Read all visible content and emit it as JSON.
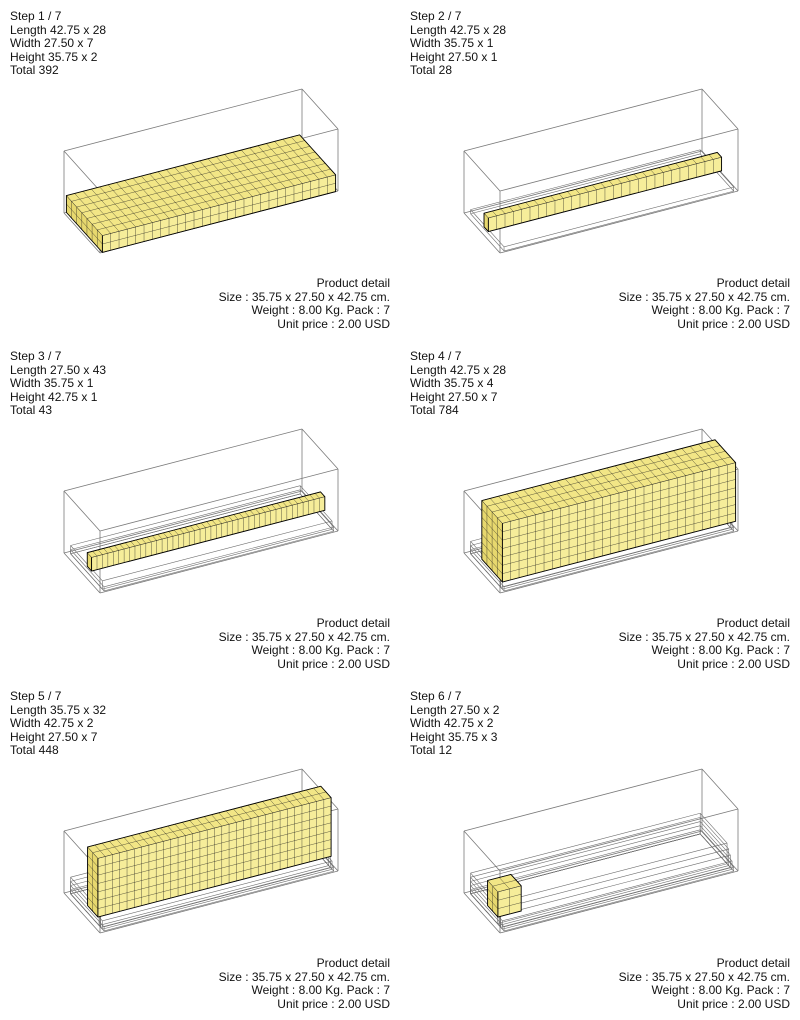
{
  "colors": {
    "cargo_front": "#f6ed9a",
    "cargo_top": "#f2e686",
    "cargo_side": "#e7d86e"
  },
  "steps": [
    {
      "step": "Step 1 / 7",
      "length": "Length 42.75 x 28",
      "width": "Width 27.50 x 7",
      "height": "Height 35.75 x 2",
      "total": "Total 392",
      "grid": {
        "along": 28,
        "depth": 7,
        "tall": 2,
        "rowOffset": 0
      },
      "previous_rows": 0,
      "detail": {
        "title": "Product detail",
        "size": "Size : 35.75 x 27.50 x 42.75 cm.",
        "weight": "Weight : 8.00 Kg. Pack : 7",
        "price": "Unit price : 2.00 USD"
      }
    },
    {
      "step": "Step 2 / 7",
      "length": "Length 42.75 x 28",
      "width": "Width 35.75 x 1",
      "height": "Height 27.50 x 1",
      "total": "Total 28",
      "grid": {
        "along": 28,
        "depth": 1,
        "tall": 1,
        "rowOffset": 0.78
      },
      "previous_rows": 1,
      "detail": {
        "title": "Product detail",
        "size": "Size : 35.75 x 27.50 x 42.75 cm.",
        "weight": "Weight : 8.00 Kg. Pack : 7",
        "price": "Unit price : 2.00 USD"
      }
    },
    {
      "step": "Step 3 / 7",
      "length": "Length 27.50 x 43",
      "width": "Width 35.75 x 1",
      "height": "Height 42.75 x 1",
      "total": "Total 43",
      "grid": {
        "along": 43,
        "depth": 1,
        "tall": 1,
        "rowOffset": 0.6
      },
      "previous_rows": 2,
      "detail": {
        "title": "Product detail",
        "size": "Size : 35.75 x 27.50 x 42.75 cm.",
        "weight": "Weight : 8.00 Kg. Pack : 7",
        "price": "Unit price : 2.00 USD"
      }
    },
    {
      "step": "Step 4 / 7",
      "length": "Length 42.75 x 28",
      "width": "Width 35.75 x 4",
      "height": "Height 27.50 x 7",
      "total": "Total 784",
      "grid": {
        "along": 28,
        "depth": 4,
        "tall": 7,
        "rowOffset": 0.0
      },
      "previous_rows": 3,
      "detail": {
        "title": "Product detail",
        "size": "Size : 35.75 x 27.50 x 42.75 cm.",
        "weight": "Weight : 8.00 Kg. Pack : 7",
        "price": "Unit price : 2.00 USD"
      }
    },
    {
      "step": "Step 5 / 7",
      "length": "Length 35.75 x 32",
      "width": "Width 42.75 x 2",
      "height": "Height 27.50 x 7",
      "total": "Total 448",
      "grid": {
        "along": 32,
        "depth": 2,
        "tall": 7,
        "rowOffset": 0.25
      },
      "previous_rows": 4,
      "detail": {
        "title": "Product detail",
        "size": "Size : 35.75 x 27.50 x 42.75 cm.",
        "weight": "Weight : 8.00 Kg. Pack : 7",
        "price": "Unit price : 2.00 USD"
      }
    },
    {
      "step": "Step 6 / 7",
      "length": "Length 27.50 x 2",
      "width": "Width 42.75 x 2",
      "height": "Height 35.75 x 3",
      "total": "Total 12",
      "grid": {
        "along": 2,
        "depth": 2,
        "tall": 3,
        "rowOffset": 0.25
      },
      "previous_rows": 5,
      "detail": {
        "title": "Product detail",
        "size": "Size : 35.75 x 27.50 x 42.75 cm.",
        "weight": "Weight : 8.00 Kg. Pack : 7",
        "price": "Unit price : 2.00 USD"
      }
    }
  ]
}
